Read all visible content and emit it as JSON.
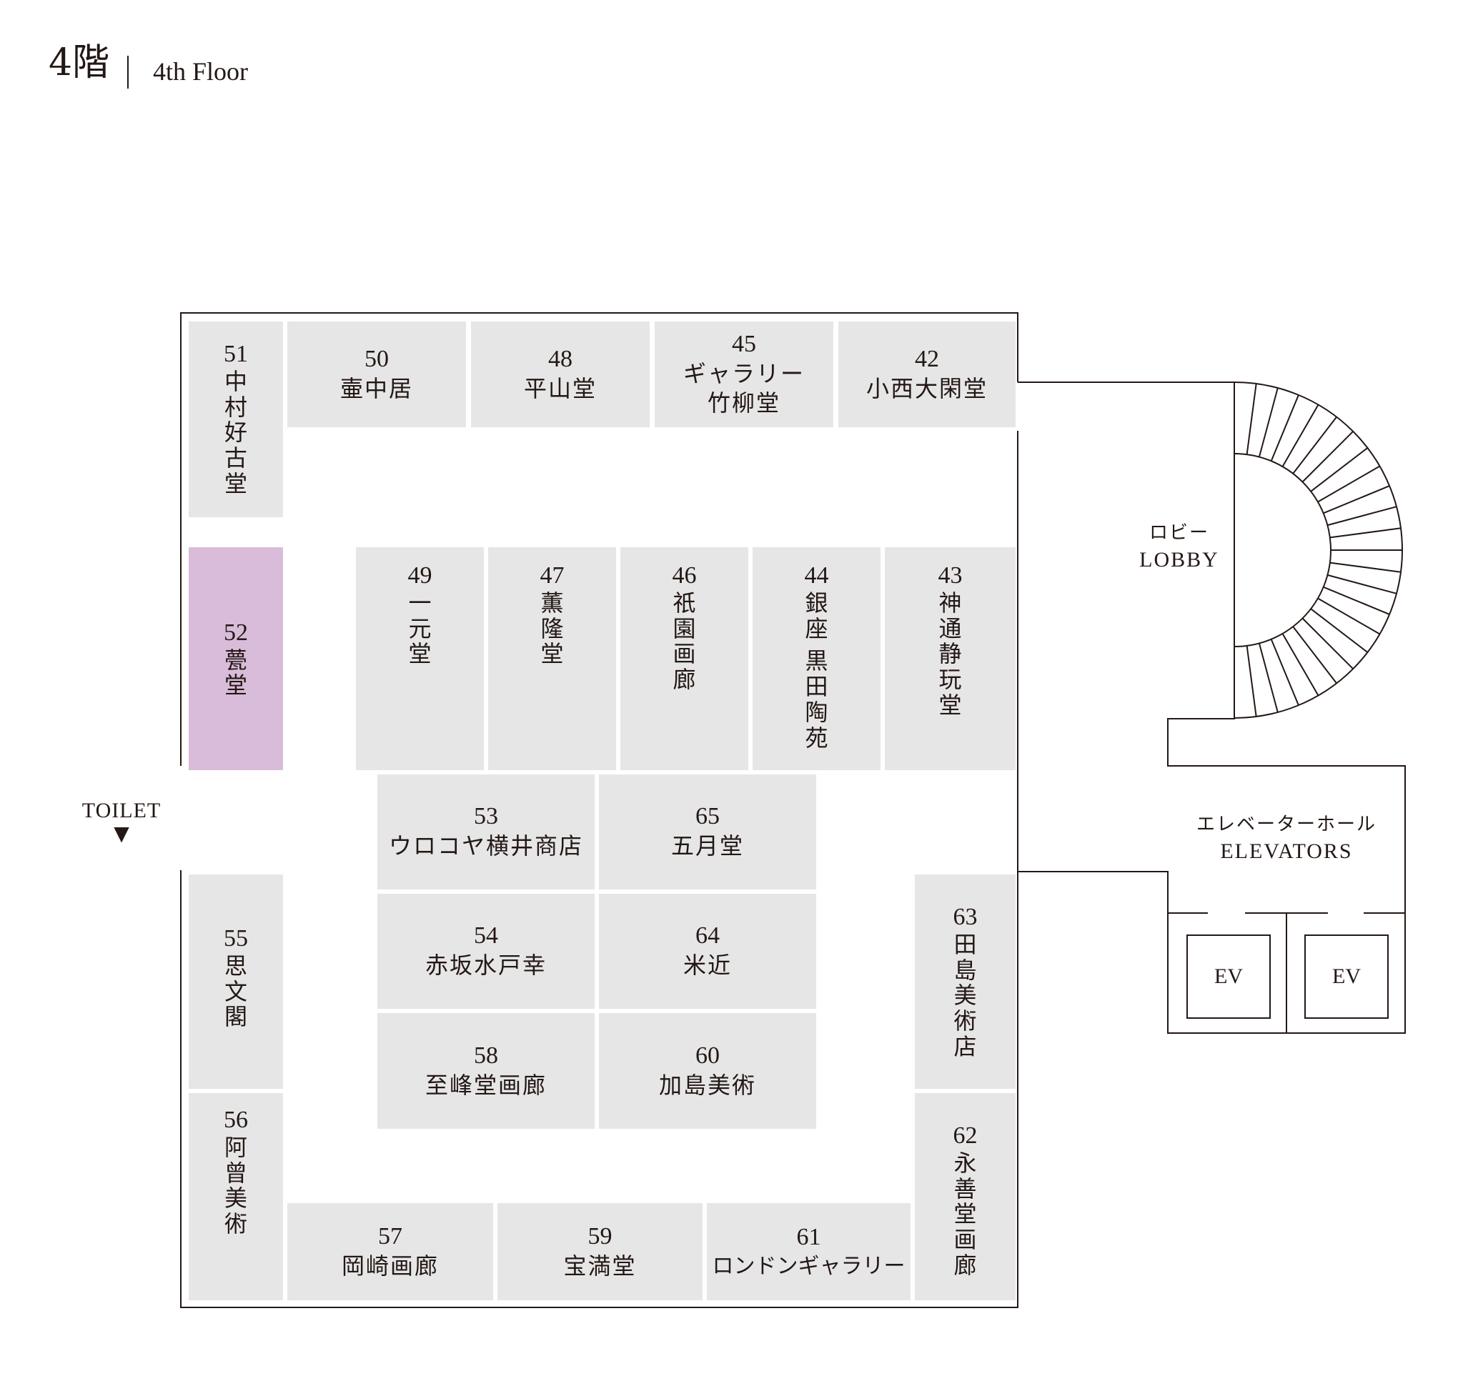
{
  "header": {
    "floor_num": "4階",
    "floor_en": "4th Floor"
  },
  "colors": {
    "booth_fill": "#e6e6e6",
    "highlight_fill": "#d9bcd9",
    "line": "#231815"
  },
  "booths": {
    "b51": {
      "num": "51",
      "name": "中村好古堂"
    },
    "b50": {
      "num": "50",
      "name": "壷中居"
    },
    "b48": {
      "num": "48",
      "name": "平山堂"
    },
    "b45": {
      "num": "45",
      "name1": "ギャラリー",
      "name2": "竹柳堂"
    },
    "b42": {
      "num": "42",
      "name": "小西大閑堂"
    },
    "b52": {
      "num": "52",
      "name": "甍堂",
      "highlighted": true
    },
    "b49": {
      "num": "49",
      "name": "一元堂"
    },
    "b47": {
      "num": "47",
      "name": "薫隆堂"
    },
    "b46": {
      "num": "46",
      "name": "祇園画廊"
    },
    "b44": {
      "num": "44",
      "name1": "銀座",
      "name2": "黒田陶苑"
    },
    "b43": {
      "num": "43",
      "name": "神通静玩堂"
    },
    "b53": {
      "num": "53",
      "name": "ウロコヤ横井商店"
    },
    "b65": {
      "num": "65",
      "name": "五月堂"
    },
    "b54": {
      "num": "54",
      "name": "赤坂水戸幸"
    },
    "b64": {
      "num": "64",
      "name": "米近"
    },
    "b58": {
      "num": "58",
      "name": "至峰堂画廊"
    },
    "b60": {
      "num": "60",
      "name": "加島美術"
    },
    "b55": {
      "num": "55",
      "name": "思文閣"
    },
    "b56": {
      "num": "56",
      "name": "阿曾美術"
    },
    "b63": {
      "num": "63",
      "name": "田島美術店"
    },
    "b62": {
      "num": "62",
      "name": "永善堂画廊"
    },
    "b57": {
      "num": "57",
      "name": "岡崎画廊"
    },
    "b59": {
      "num": "59",
      "name": "宝満堂"
    },
    "b61": {
      "num": "61",
      "name": "ロンドンギャラリー"
    }
  },
  "labels": {
    "lobby_jp": "ロビー",
    "lobby_en": "LOBBY",
    "elevators_jp": "エレベーターホール",
    "elevators_en": "ELEVATORS",
    "ev1": "EV",
    "ev2": "EV",
    "toilet": "TOILET",
    "toilet_arrow": "▼"
  }
}
